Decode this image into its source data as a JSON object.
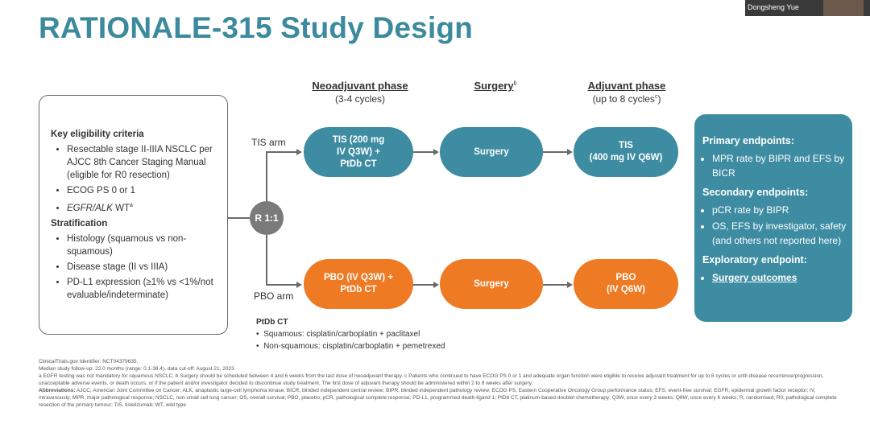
{
  "title": "RATIONALE-315 Study Design",
  "webcam": {
    "name": "Dongsheng Yue"
  },
  "eligibility": {
    "key_heading": "Key eligibility criteria",
    "key_items": [
      "Resectable stage II-IIIA NSCLC per AJCC 8th Cancer Staging Manual (eligible for R0 resection)",
      "ECOG PS 0 or 1"
    ],
    "egfr_alk": "EGFR/ALK",
    "wt_suffix": " WT",
    "wt_sup": "a",
    "strat_heading": "Stratification",
    "strat_items": [
      "Histology (squamous vs non-squamous)",
      "Disease stage (II vs IIIA)",
      "PD-L1 expression (≥1% vs <1%/not evaluable/indeterminate)"
    ]
  },
  "phases": {
    "neoadjuvant": {
      "name": "Neoadjuvant phase",
      "sub": "(3-4 cycles)"
    },
    "surgery": {
      "name": "Surgery",
      "sup": "b"
    },
    "adjuvant": {
      "name": "Adjuvant phase",
      "sub": "(up to 8 cycles",
      "sub_sup": "c",
      "sub_end": ")"
    }
  },
  "randomization": "R 1:1",
  "arms": {
    "tis": {
      "label": "TIS arm",
      "neo": [
        "TIS (200 mg",
        "IV Q3W) +",
        "PtDb CT"
      ],
      "surgery": "Surgery",
      "adj": [
        "TIS",
        "(400 mg IV Q6W)"
      ]
    },
    "pbo": {
      "label": "PBO arm",
      "neo": [
        "PBO (IV Q3W)  +",
        "PtDb CT"
      ],
      "surgery": "Surgery",
      "adj": [
        "PBO",
        "(IV Q6W)"
      ]
    }
  },
  "endpoints": {
    "primary_heading": "Primary endpoints:",
    "primary": [
      "MPR rate by BIPR and EFS by BICR"
    ],
    "secondary_heading": "Secondary endpoints:",
    "secondary": [
      "pCR rate by BIPR",
      "OS, EFS by investigator, safety (and others not reported here)"
    ],
    "exploratory_heading": "Exploratory endpoint:",
    "exploratory": [
      "Surgery outcomes"
    ]
  },
  "ptdb": {
    "heading": "PtDb CT",
    "items": [
      "Squamous: cisplatin/carboplatin + paclitaxel",
      "Non-squamous: cisplatin/carboplatin + pemetrexed"
    ]
  },
  "footnotes": {
    "line1": "ClinicalTrials.gov Identifier: NCT04379635.",
    "line2": "Median study follow-up: 22.0 months (range: 0.1-38.4), data cut-off: August 21, 2023",
    "line3": "a EGFR testing was not mandatory for squamous NSCLC. b Surgery should be scheduled between 4 and 6 weeks from the last dose of neoadjuvant therapy. c Patients who continued to have ECOG PS 0 or 1 and adequate organ function were eligible to receive adjuvant treatment for up to 8 cycles or until disease recurrence/progression, unacceptable adverse events, or death occurs, or if the patient and/or investigator decided to discontinue study treatment. The first dose of adjuvant therapy should be administered within 2 to 8 weeks after surgery.",
    "abbrev_label": "Abbreviations:",
    "abbrev_text": " AJCC, American Joint Committee on Cancer; ALK, anaplastic large-cell lymphoma kinase; BICR, blinded independent central review; BIPR, blinded independent pathology review; ECOG PS, Eastern Cooperative Oncology Group performance status; EFS, event-free survival; EGFR, epidermal growth factor receptor; IV, intravenously; MPR, major pathological response; NSCLC, non-small cell lung cancer; OS, overall survival; PBO, placebo; pCR, pathological complete response; PD-L1, programmed death-ligand 1; PtDb CT, platinum-based doublet chemotherapy; Q3W, once every 3 weeks; Q6W, once every 6 weeks; R, randomised; R0, pathological complete resection of the primary tumour; TIS, tislelizumab; WT, wild type"
  }
}
